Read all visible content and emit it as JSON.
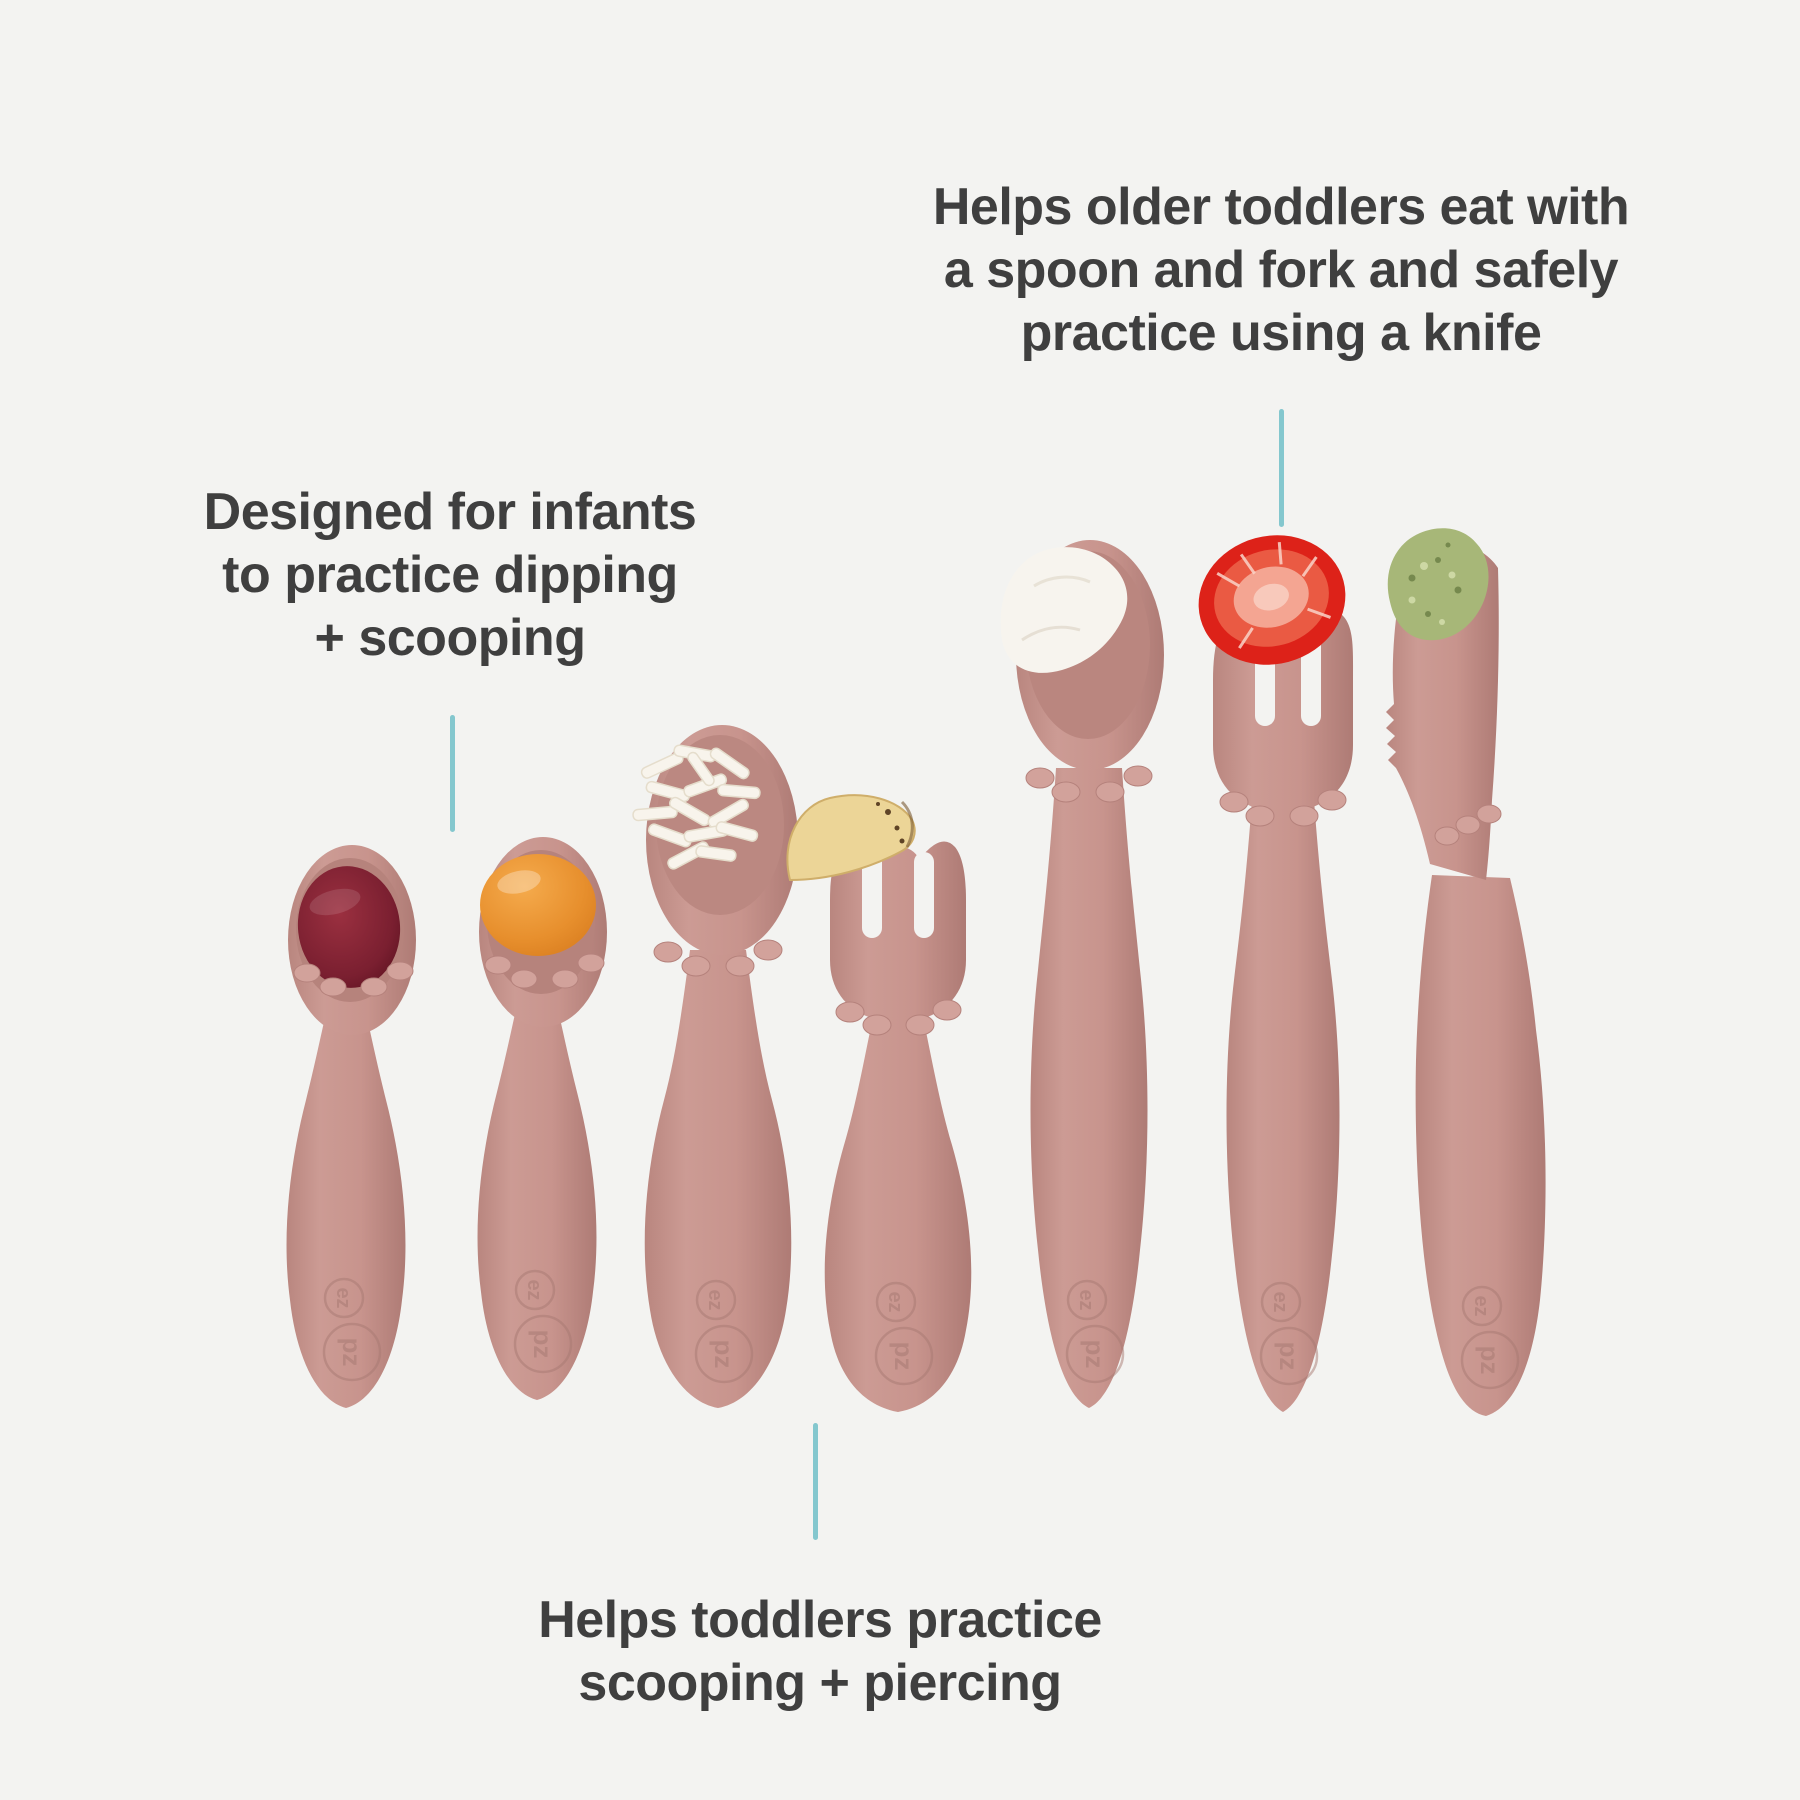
{
  "page": {
    "background": "#f3f3f1",
    "text_color": "#3f3f3f",
    "connector_color": "#84c7ce"
  },
  "annotations": {
    "infant": {
      "lines": [
        "Designed for infants",
        "to practice dipping",
        "+ scooping"
      ]
    },
    "toddler": {
      "lines": [
        "Helps toddlers practice",
        "scooping + piercing"
      ]
    },
    "older_toddler": {
      "lines": [
        "Helps older toddlers eat with",
        "a spoon and fork and safely",
        "practice using a knife"
      ]
    }
  },
  "brand": {
    "logo_top": "ez",
    "logo_bottom": "pz"
  },
  "utensils": [
    {
      "name": "tiny-spoon",
      "food": "berry puree"
    },
    {
      "name": "tiny-spoon",
      "food": "orange puree"
    },
    {
      "name": "mini-spoon",
      "food": "shredded coconut"
    },
    {
      "name": "mini-fork",
      "food": "banana piece"
    },
    {
      "name": "happy-spoon",
      "food": "yogurt"
    },
    {
      "name": "happy-fork",
      "food": "strawberry half"
    },
    {
      "name": "knife",
      "food": "avocado spread"
    }
  ],
  "colors": {
    "silicone": "#c8948d",
    "silicone_dark": "#b07d77",
    "silicone_light": "#d2a29b",
    "berry_puree": "#7c2133",
    "orange_puree": "#e79130",
    "coconut": "#f8f4ec",
    "banana": "#ecd597",
    "yogurt": "#f7f4ee",
    "strawberry": "#e0281e",
    "avocado": "#a7b778"
  }
}
